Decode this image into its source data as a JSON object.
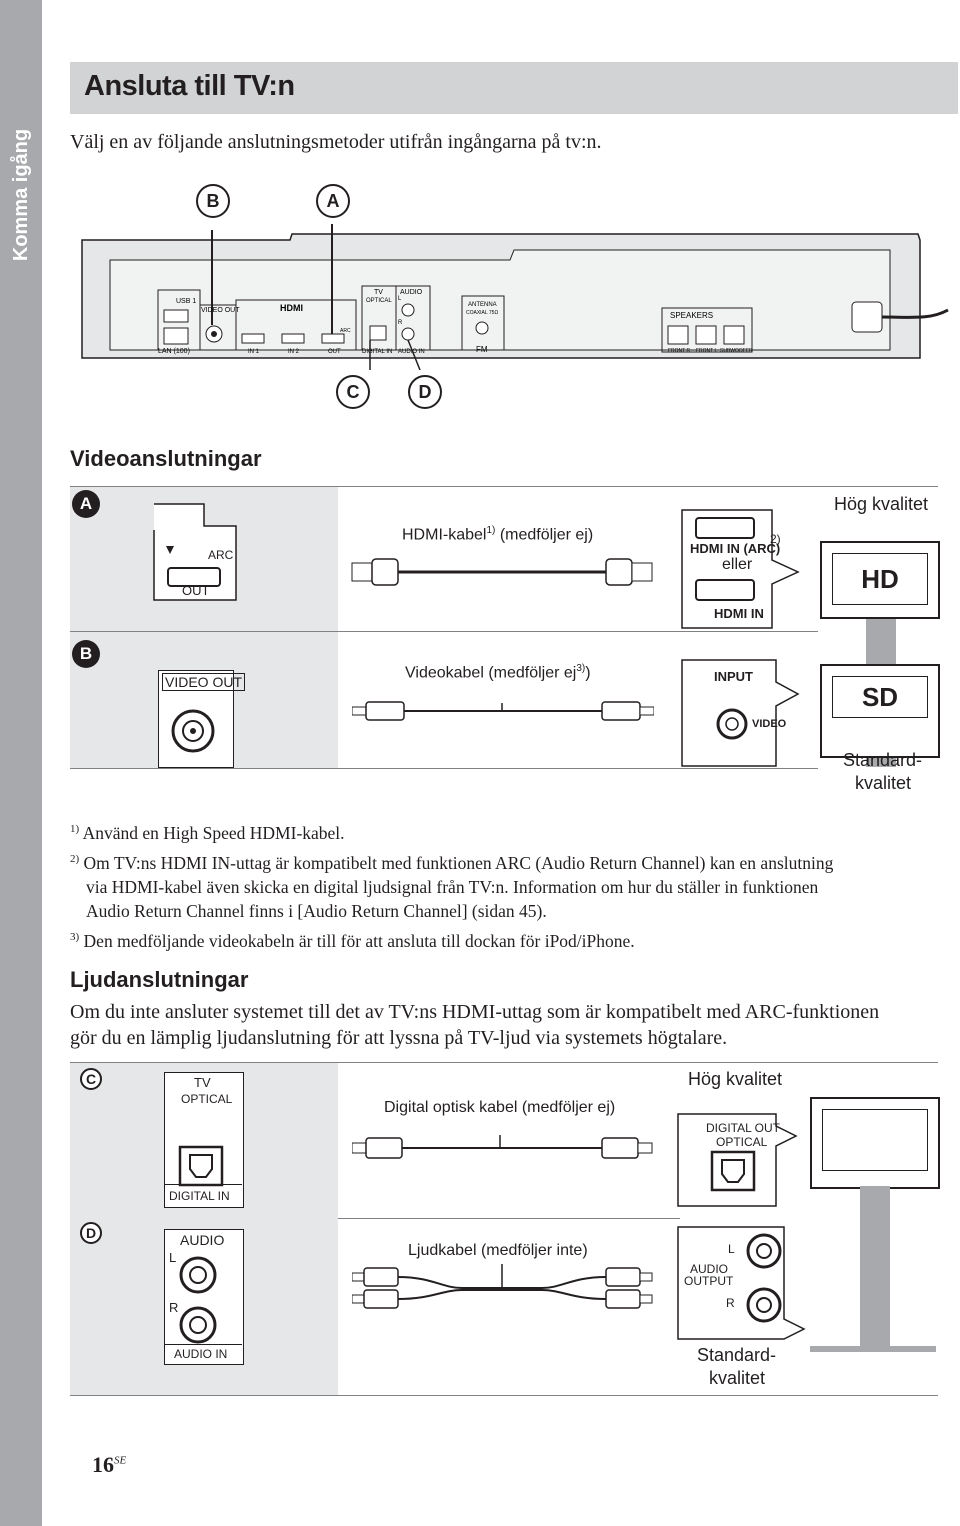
{
  "side_tab": "Komma igång",
  "title": "Ansluta till TV:n",
  "intro": "Välj en av följande anslutningsmetoder utifrån ingångarna på tv:n.",
  "callouts": {
    "a": "A",
    "b": "B",
    "c": "C",
    "d": "D"
  },
  "rear_panel": {
    "usb": "USB 1",
    "video_out": "VIDEO OUT",
    "hdmi_logo": "HDMI",
    "lan": "LAN (100)",
    "in1": "IN 1",
    "in2": "IN 2",
    "out": "OUT",
    "arc": "ARC",
    "tv": "TV",
    "optical": "OPTICAL",
    "audio": "AUDIO",
    "l": "L",
    "r": "R",
    "digital_in": "DIGITAL IN",
    "audio_in": "AUDIO IN",
    "antenna": "ANTENNA",
    "coaxial": "COAXIAL 75Ω",
    "fm": "FM",
    "speakers": "SPEAKERS",
    "front_r": "FRONT R",
    "front_l": "FRONT L",
    "subwoofer": "SUBWOOFER"
  },
  "video_section": {
    "heading": "Videoanslutningar",
    "hq": "Hög kvalitet",
    "a": {
      "port_arc": "ARC",
      "port_out": "OUT",
      "cable": "HDMI-kabel",
      "cable_sup": "1)",
      "cable_note": "(medföljer ej)",
      "tv_in_arc": "HDMI IN (ARC)",
      "tv_in_sup": "2)",
      "or": "eller",
      "tv_in": "HDMI IN",
      "screen": "HD"
    },
    "b": {
      "port": "VIDEO OUT",
      "cable_pre": "Videokabel (medföljer ej",
      "cable_sup": "3)",
      "cable_post": ")",
      "input": "INPUT",
      "video": "VIDEO",
      "screen": "SD"
    },
    "std1": "Standard-",
    "std2": "kvalitet"
  },
  "footnotes": [
    {
      "sup": "1)",
      "lines": [
        "Använd en High Speed HDMI-kabel."
      ]
    },
    {
      "sup": "2)",
      "lines": [
        "Om TV:ns HDMI IN-uttag är kompatibelt med funktionen ARC (Audio Return Channel) kan en anslutning",
        "via HDMI-kabel även skicka en digital ljudsignal från TV:n. Information om hur du ställer in funktionen",
        "Audio Return Channel finns i [Audio Return Channel] (sidan 45)."
      ]
    },
    {
      "sup": "3)",
      "lines": [
        "Den medföljande videokabeln är till för att ansluta till dockan för iPod/iPhone."
      ]
    }
  ],
  "audio_section": {
    "heading": "Ljudanslutningar",
    "text1": "Om du inte ansluter systemet till det av TV:ns HDMI-uttag som är kompatibelt med ARC-funktionen",
    "text2": "gör du en lämplig ljudanslutning för att lyssna på TV-ljud via systemets högtalare.",
    "hq": "Hög kvalitet",
    "c": {
      "tv": "TV",
      "optical": "OPTICAL",
      "digital_in": "DIGITAL IN",
      "cable": "Digital optisk kabel (medföljer ej)",
      "dout1": "DIGITAL OUT",
      "dout2": "OPTICAL"
    },
    "d": {
      "audio": "AUDIO",
      "l": "L",
      "r": "R",
      "audio_in": "AUDIO IN",
      "cable": "Ljudkabel (medföljer inte)",
      "out_l": "L",
      "out1": "AUDIO",
      "out2": "OUTPUT",
      "out_r": "R"
    },
    "std1": "Standard-",
    "std2": "kvalitet"
  },
  "page_num": "16",
  "page_sup": "SE",
  "colors": {
    "tab": "#a7a9ac",
    "title_bar": "#d1d3d4",
    "panel": "#e6e7e8",
    "ink": "#231f20"
  }
}
